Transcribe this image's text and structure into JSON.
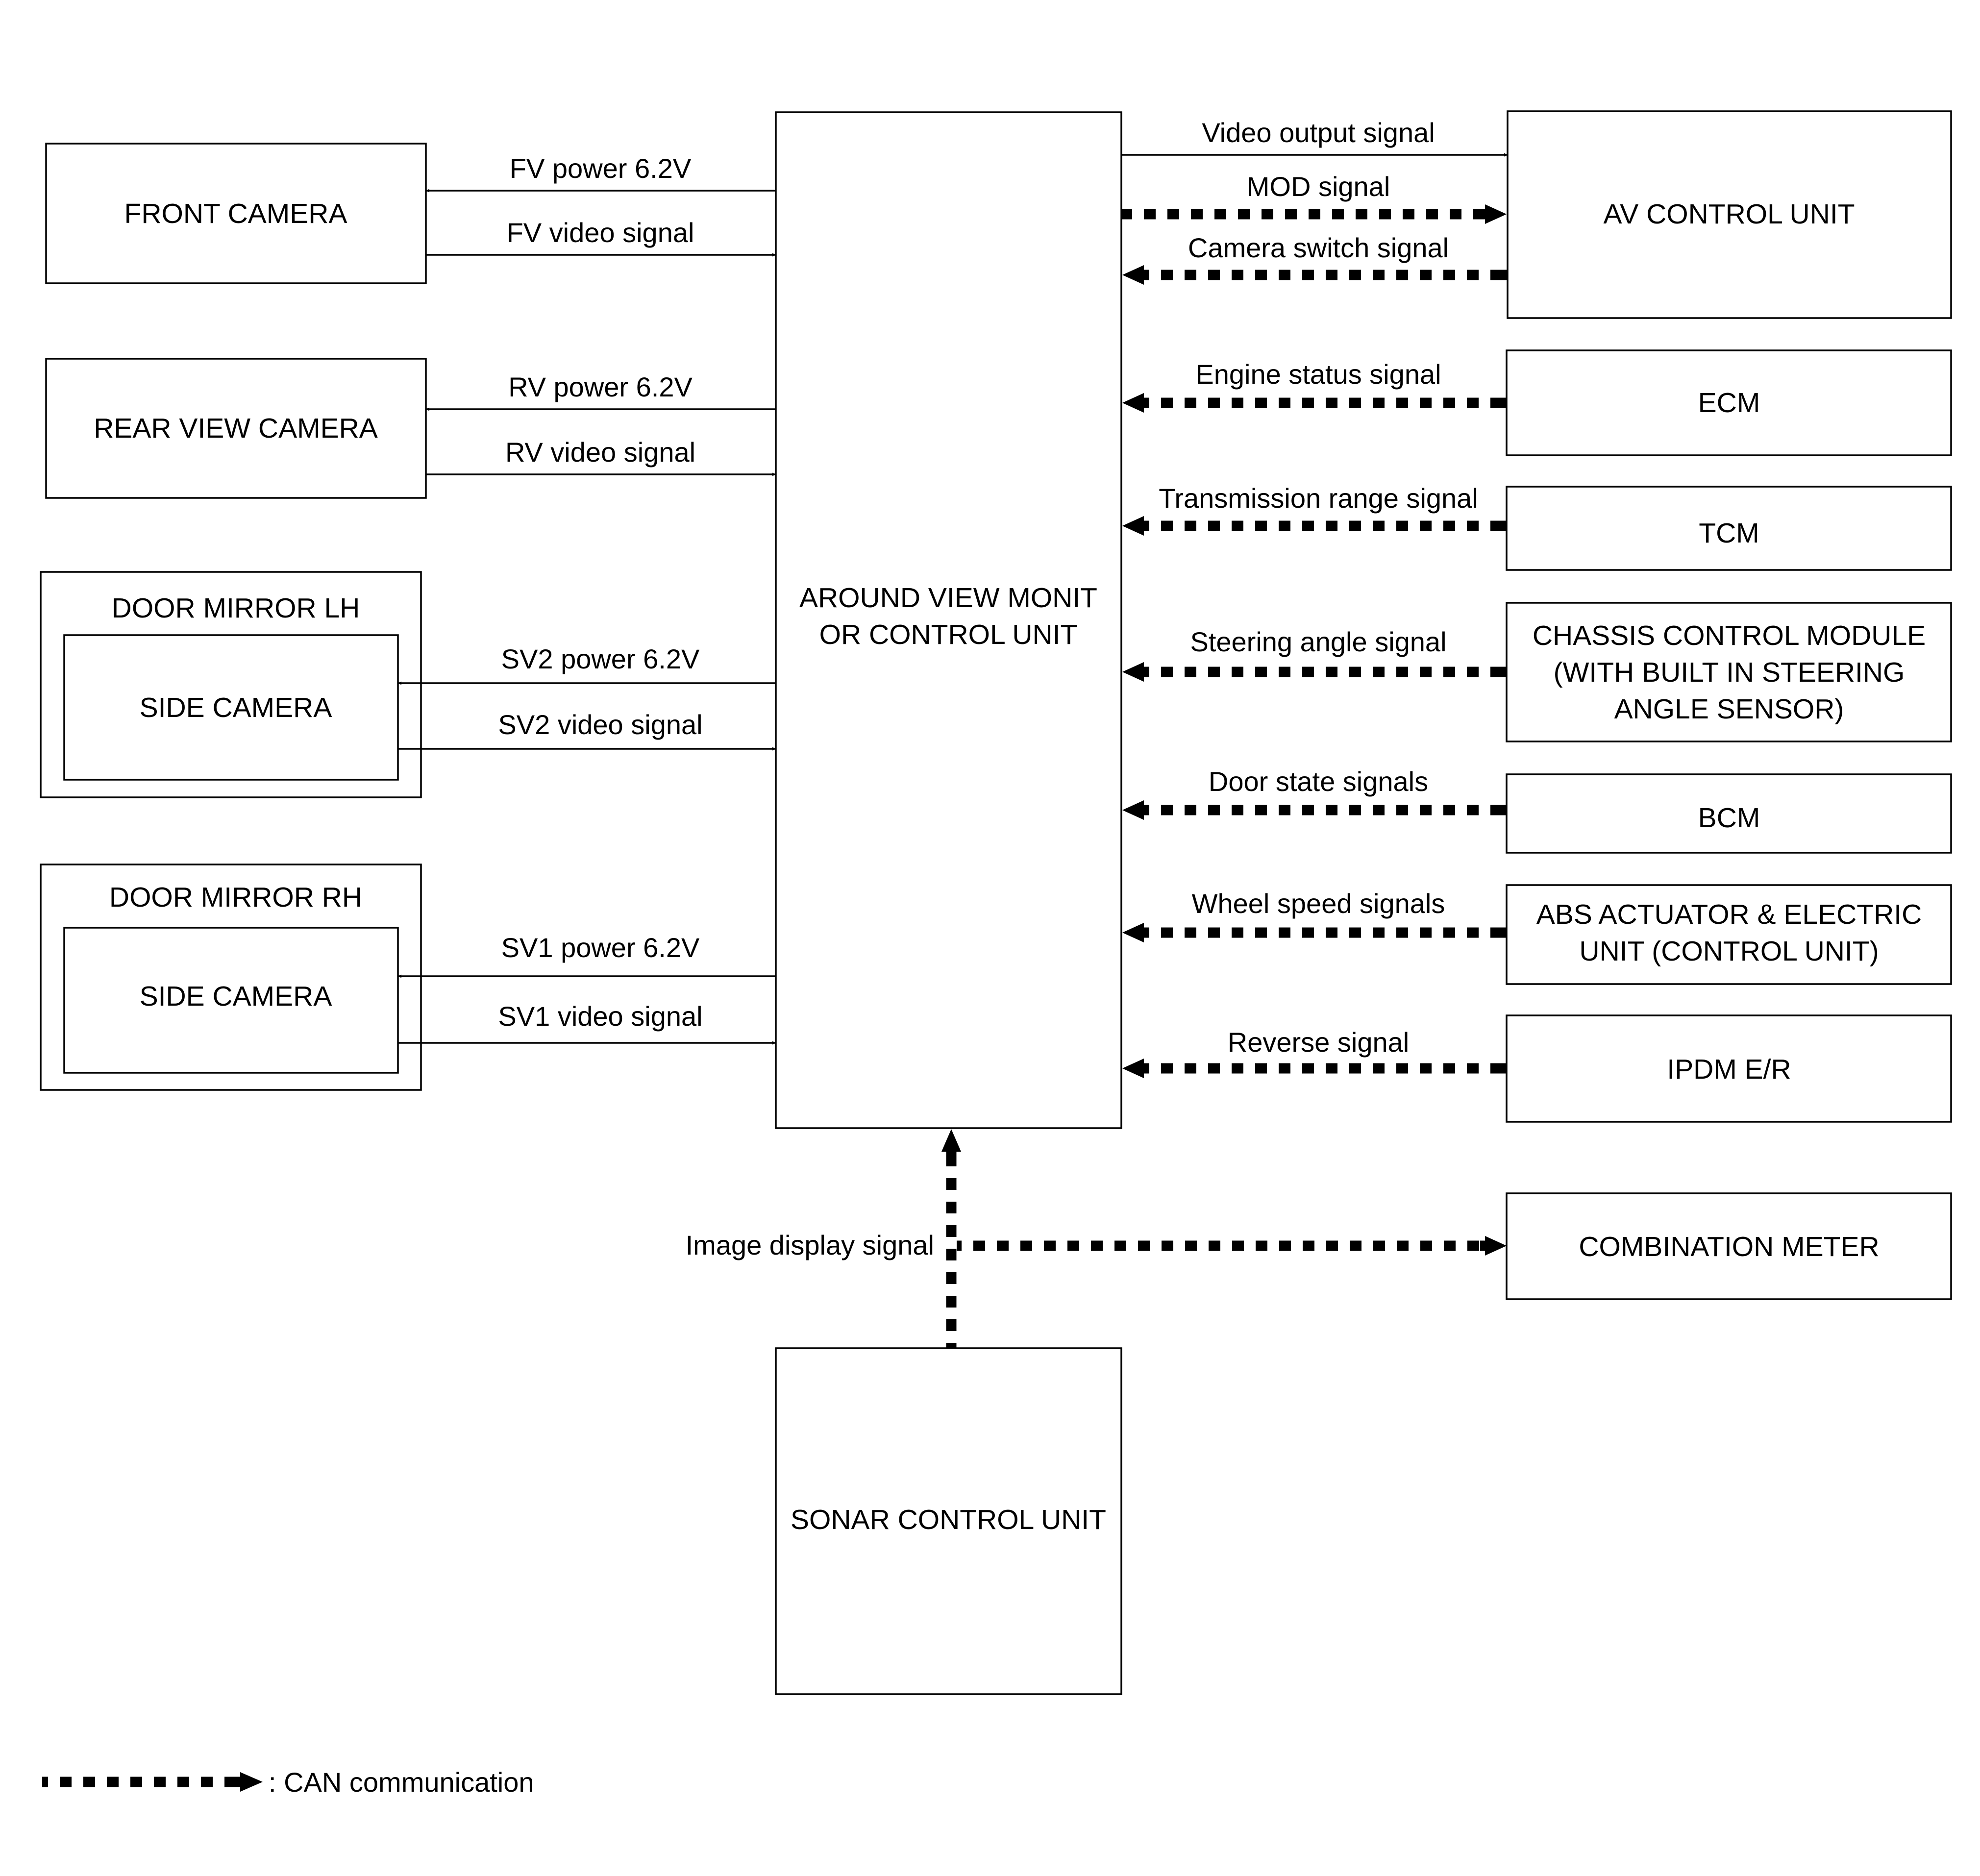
{
  "boxes": {
    "front_camera": "FRONT CAMERA",
    "rear_view_camera": "REAR VIEW CAMERA",
    "door_mirror_lh": "DOOR MIRROR LH",
    "side_camera_lh": "SIDE CAMERA",
    "door_mirror_rh": "DOOR MIRROR RH",
    "side_camera_rh": "SIDE CAMERA",
    "avm_line1": "AROUND VIEW MONIT",
    "avm_line2": "OR CONTROL UNIT",
    "av_control_unit": "AV CONTROL UNIT",
    "ecm": "ECM",
    "tcm": "TCM",
    "chassis_line1": "CHASSIS CONTROL MODULE",
    "chassis_line2": "(WITH BUILT IN STEERING",
    "chassis_line3": "ANGLE SENSOR)",
    "bcm": "BCM",
    "abs_line1": "ABS ACTUATOR & ELECTRIC",
    "abs_line2": "UNIT (CONTROL UNIT)",
    "ipdm": "IPDM E/R",
    "combination_meter": "COMBINATION METER",
    "sonar_control_unit": "SONAR CONTROL UNIT"
  },
  "signals": {
    "fv_power": "FV power 6.2V",
    "fv_video": "FV video signal",
    "rv_power": "RV power 6.2V",
    "rv_video": "RV video signal",
    "sv2_power": "SV2 power 6.2V",
    "sv2_video": "SV2 video signal",
    "sv1_power": "SV1 power 6.2V",
    "sv1_video": "SV1 video signal",
    "video_output": "Video output signal",
    "mod": "MOD signal",
    "camera_switch": "Camera switch signal",
    "engine_status": "Engine status signal",
    "transmission_range": "Transmission range signal",
    "steering_angle": "Steering angle signal",
    "door_state": "Door state signals",
    "wheel_speed": "Wheel speed signals",
    "reverse": "Reverse signal",
    "image_display": "Image display signal"
  },
  "legend": {
    "can": ": CAN communication"
  }
}
